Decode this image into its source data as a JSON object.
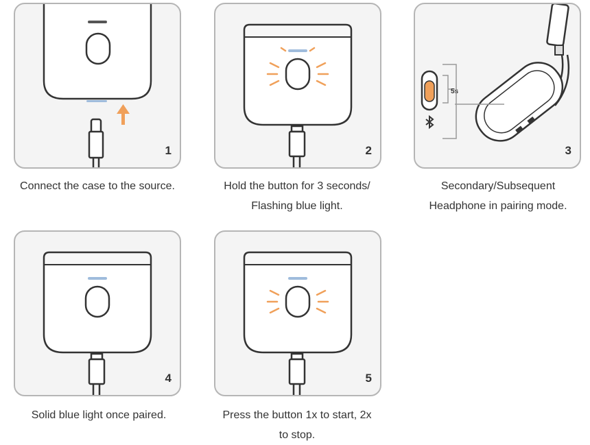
{
  "steps": [
    {
      "number": "1",
      "caption_lines": [
        "Connect the case to the source."
      ]
    },
    {
      "number": "2",
      "caption_lines": [
        "Hold the button for 3 seconds/",
        "Flashing blue light."
      ]
    },
    {
      "number": "3",
      "caption_lines": [
        "Secondary/Subsequent",
        "Headphone in pairing mode."
      ],
      "switch_label": "5s"
    },
    {
      "number": "4",
      "caption_lines": [
        "Solid blue light once paired."
      ]
    },
    {
      "number": "5",
      "caption_lines": [
        "Press the button 1x to start, 2x",
        "to stop."
      ]
    }
  ],
  "colors": {
    "accent_orange": "#f0a05a",
    "light_blue": "#9fbcdc",
    "outline": "#333333",
    "panel_bg": "#f4f4f4",
    "panel_border": "#b5b5b5"
  },
  "icons": [
    "charging-case-icon",
    "usb-c-cable-icon",
    "arrow-up-icon",
    "bluetooth-icon",
    "headphone-icon",
    "power-switch-icon",
    "flashing-light-rays-icon"
  ]
}
